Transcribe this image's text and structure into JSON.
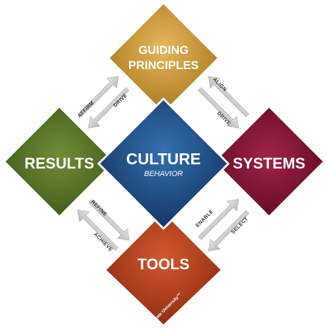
{
  "nodes": {
    "guiding": {
      "line1": "GUIDING",
      "line2": "PRINCIPLES",
      "color": "#c8962c"
    },
    "results": {
      "label": "RESULTS",
      "color": "#4f6e22"
    },
    "culture": {
      "label": "CULTURE",
      "sublabel": "BEHAVIOR",
      "color": "#1e4c86"
    },
    "systems": {
      "label": "SYSTEMS",
      "color": "#7d1030"
    },
    "tools": {
      "label": "TOOLS",
      "color": "#b33c1a"
    }
  },
  "arrows": {
    "affirm": "AFFIRM",
    "drive_left": "DRIVE",
    "align": "ALIGN",
    "drive_right": "DRIVE",
    "refine": "REFINE",
    "achieve": "ACHIEVE",
    "enable": "ENABLE",
    "select": "SELECT"
  },
  "credit": "Utah State University™"
}
